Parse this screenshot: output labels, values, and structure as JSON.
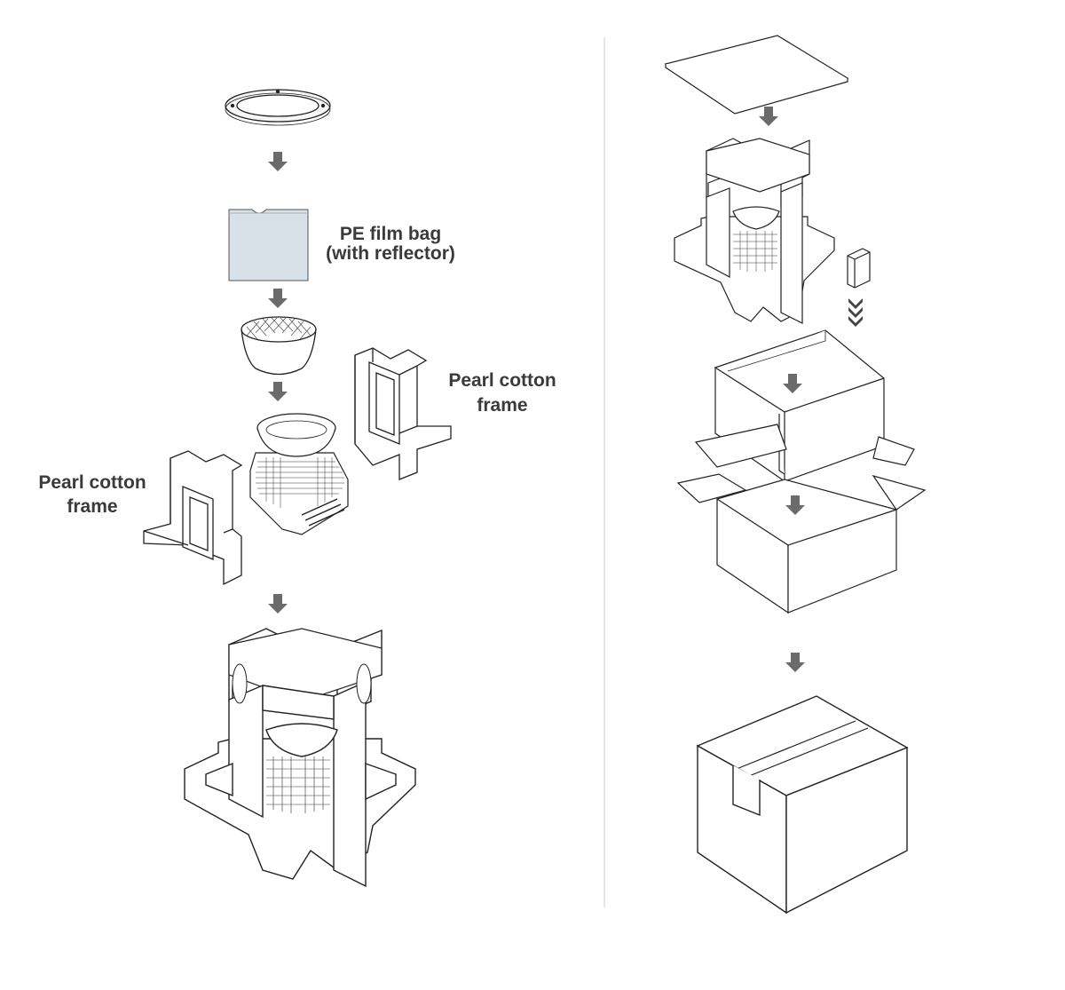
{
  "labels": {
    "pe_bag_line1": "PE film bag",
    "pe_bag_line2": "(with reflector)",
    "frame_right_line1": "Pearl cotton",
    "frame_right_line2": "frame",
    "frame_left_line1": "Pearl cotton",
    "frame_left_line2": "frame"
  },
  "colors": {
    "line": "#222222",
    "arrow": "#6b6b6b",
    "bag_fill": "#d8e0e8",
    "divider": "#dddddd",
    "label_text": "#3a3a3a"
  }
}
